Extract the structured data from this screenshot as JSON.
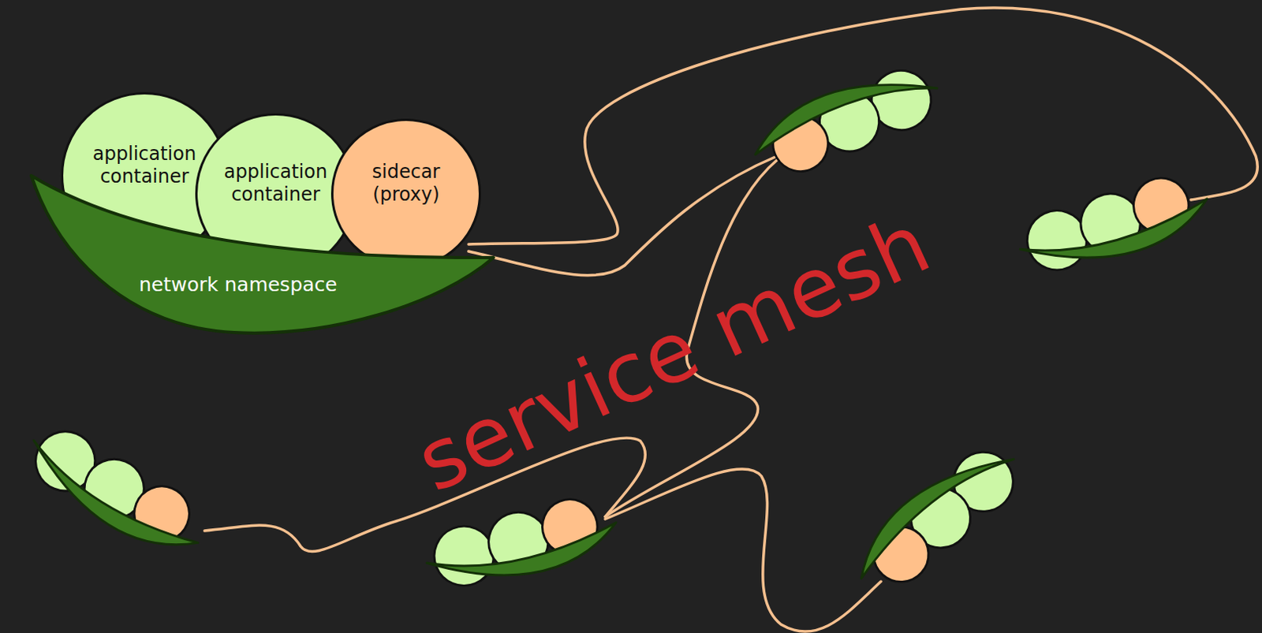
{
  "diagram": {
    "nodes": [
      {
        "text": [
          "network namespace"
        ]
      },
      {
        "text": [
          "application container"
        ],
        "in": 0
      },
      {
        "text": [
          "application container"
        ],
        "in": 0
      },
      {
        "text": [
          "sidecar (proxy)"
        ],
        "in": 0
      }
    ],
    "labels": [
      "service mesh"
    ]
  }
}
